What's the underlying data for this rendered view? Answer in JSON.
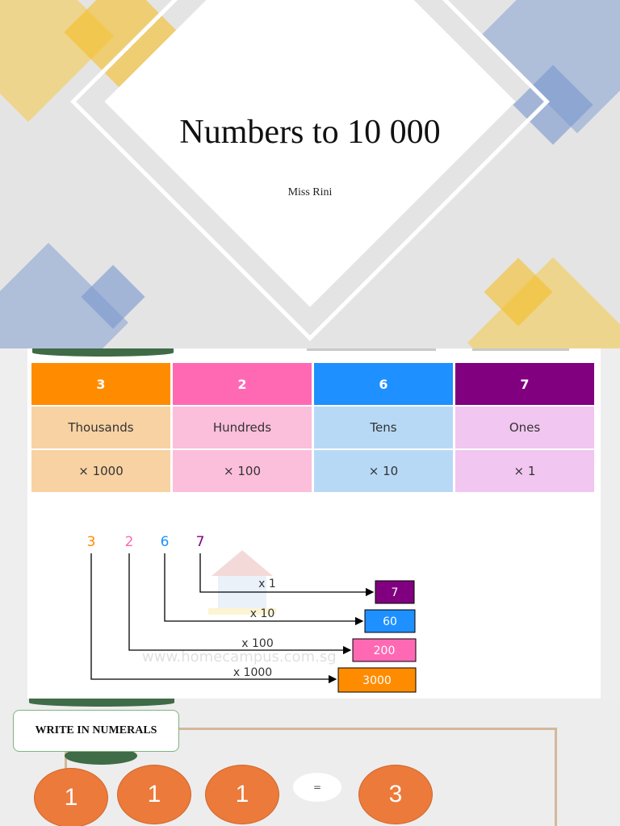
{
  "slide1": {
    "title": "Numbers to 10 000",
    "author": "Miss Rini"
  },
  "slide2": {
    "table": [
      {
        "digit": "3",
        "place": "Thousands",
        "multiplier": "× 1000",
        "header_color": "#ff8c00",
        "cell_color": "#f8d2a3"
      },
      {
        "digit": "2",
        "place": "Hundreds",
        "multiplier": "× 100",
        "header_color": "#ff69b4",
        "cell_color": "#fbbedb"
      },
      {
        "digit": "6",
        "place": "Tens",
        "multiplier": "× 10",
        "header_color": "#1e90ff",
        "cell_color": "#b7d9f6"
      },
      {
        "digit": "7",
        "place": "Ones",
        "multiplier": "× 1",
        "header_color": "#800080",
        "cell_color": "#f1c6f0"
      }
    ],
    "diagram": {
      "digits": [
        "3",
        "2",
        "6",
        "7"
      ],
      "multipliers": [
        "x 1000",
        "x 100",
        "x 10",
        "x 1"
      ],
      "results": [
        "3000",
        "200",
        "60",
        "7"
      ],
      "watermark": "www.homecampus.com.sg"
    }
  },
  "slide3": {
    "label": "WRITE IN NUMERALS",
    "ovals": [
      "1",
      "1",
      "1",
      "3"
    ],
    "equals": "="
  }
}
